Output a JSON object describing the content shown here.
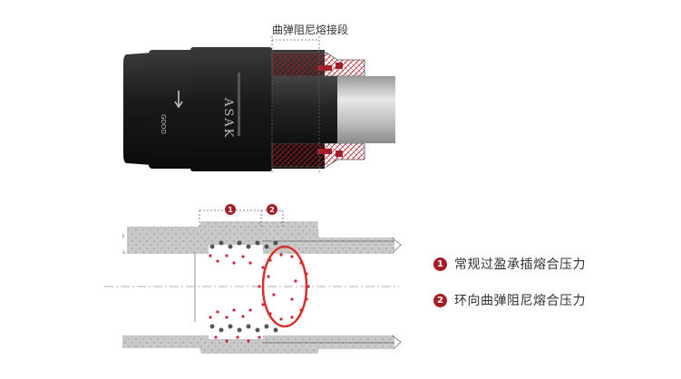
{
  "top_diagram": {
    "caption": "曲弹阻尼熔接段",
    "brand_text": "ASAK",
    "tag_text": "GOOD"
  },
  "bottom_diagram": {
    "markers": [
      "1",
      "2"
    ]
  },
  "legend": [
    {
      "num": "1",
      "text": "常规过盈承插熔合压力"
    },
    {
      "num": "2",
      "text": "环向曲弹阻尼熔合压力"
    }
  ],
  "colors": {
    "accent_red": "#a51d26",
    "fitting_black": "#1c1c1c",
    "pipe_grey": "#d4d4d4"
  }
}
